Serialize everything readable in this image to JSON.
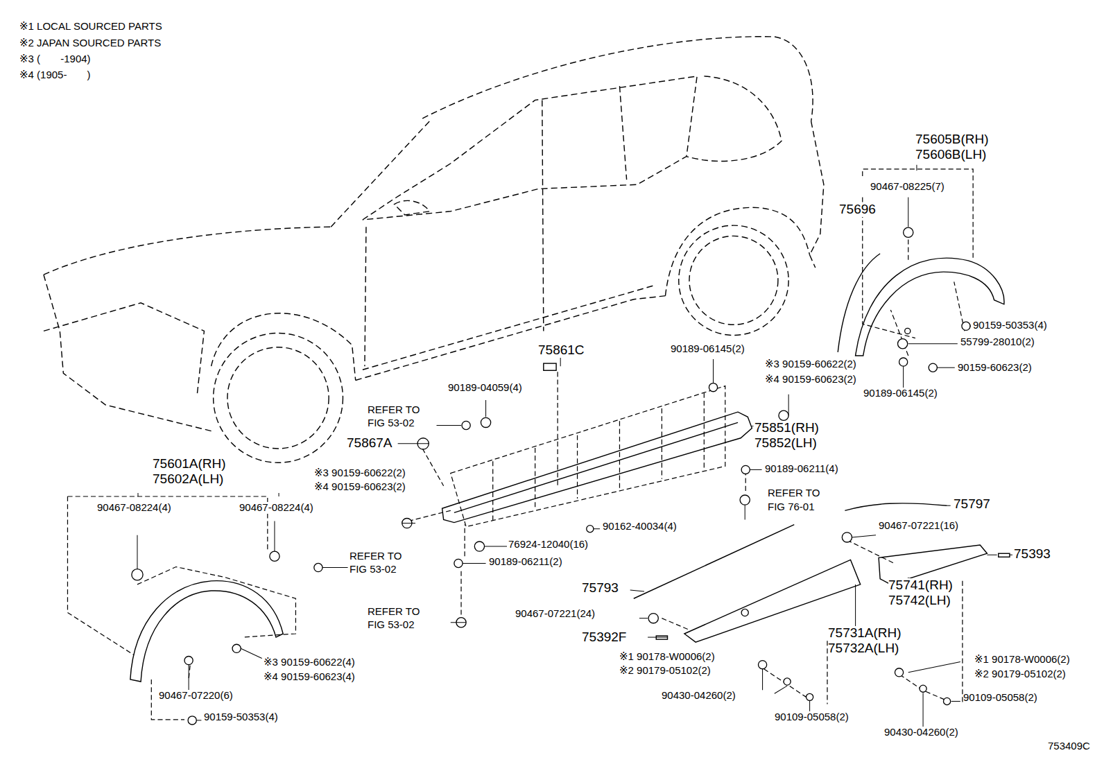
{
  "diagram": {
    "labels": [
      "※1 LOCAL SOURCED PARTS",
      "※2 JAPAN SOURCED PARTS",
      "※3 (       -1904)",
      "※4 (1905-       )",
      "75605B(RH)",
      "75606B(LH)",
      "90467-08225(7)",
      "75696",
      "90159-50353(4)",
      "55799-28010(2)",
      "90159-60623(2)",
      "90189-06145(2)",
      "75861C",
      "90189-06145(2)",
      "※3 90159-60622(2)",
      "※4 90159-60623(2)",
      "90189-04059(4)",
      "REFER TO",
      "FIG 53-02",
      "75851(RH)",
      "75852(LH)",
      "75867A",
      "90189-06211(4)",
      "※3 90159-60622(2)",
      "※4 90159-60623(2)",
      "75601A(RH)",
      "75602A(LH)",
      "REFER TO",
      "FIG 76-01",
      "90467-08224(4)",
      "90467-08224(4)",
      "75797",
      "90467-07221(16)",
      "90162-40034(4)",
      "76924-12040(16)",
      "75393",
      "REFER TO",
      "FIG 53-02",
      "90189-06211(2)",
      "75741(RH)",
      "75742(LH)",
      "75793",
      "REFER TO",
      "FIG 53-02",
      "90467-07221(24)",
      "75392F",
      "75731A(RH)",
      "75732A(LH)",
      "※1 90178-W0006(2)",
      "※2 90179-05102(2)",
      "※1 90178-W0006(2)",
      "※2 90179-05102(2)",
      "※3 90159-60622(4)",
      "※4 90159-60623(4)",
      "90467-07220(6)",
      "90430-04260(2)",
      "90109-05058(2)",
      "90109-05058(2)",
      "90159-50353(4)",
      "90430-04260(2)",
      "753409C"
    ]
  }
}
